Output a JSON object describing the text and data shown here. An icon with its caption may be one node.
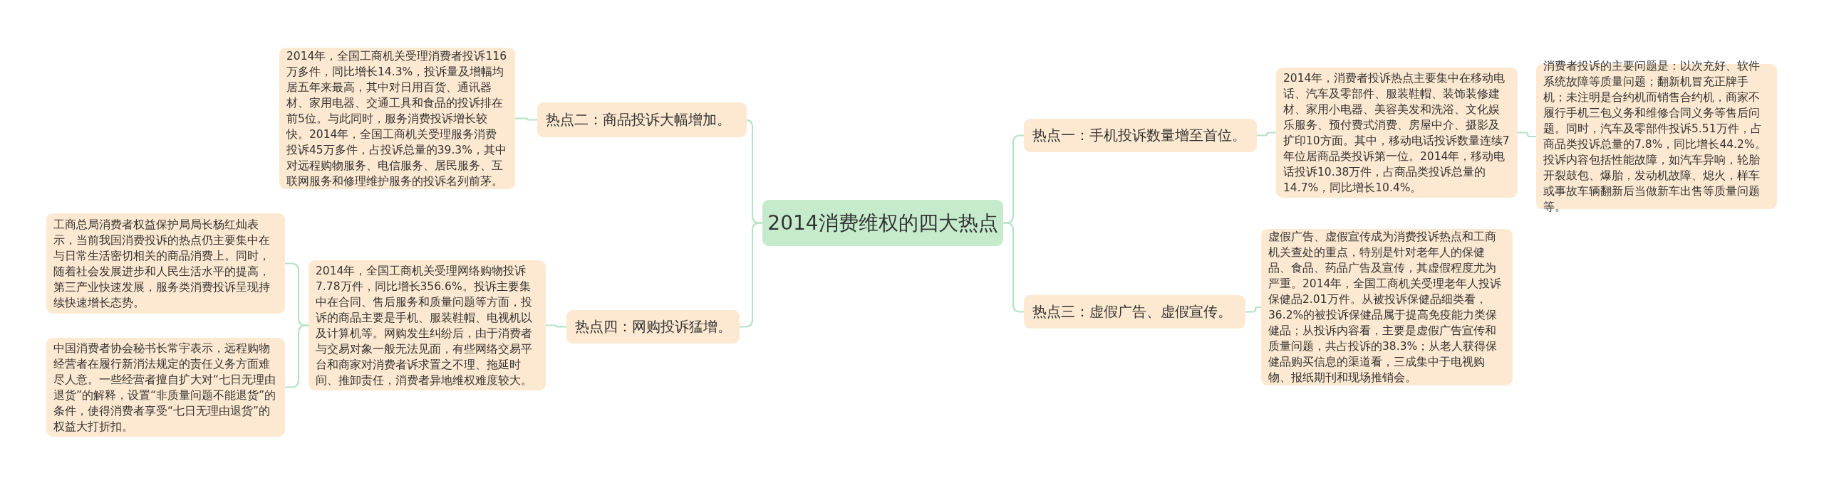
{
  "diagram": {
    "nodes": [
      {
        "text": [
          "2014消费维权的四大热点"
        ]
      },
      {
        "text": [
          "热点二：商品投诉大幅增加。"
        ]
      },
      {
        "text": [
          "2014年，全国工商机关受理消费者投诉116万多件，同比增长14.3%，投诉量及增幅均居五年来最高，其中对日用百货、通讯器材、家用电器、交通工具和食品的投诉排在前5位。与此同时，服务消费投诉增长较快。2014年，全国工商机关受理服务消费投诉45万多件，占投诉总量的39.3%，其中对远程购物服务、电信服务、居民服务、互联网服务和修理维护服务的投诉名列前茅。"
        ]
      },
      {
        "text": [
          "热点四：网购投诉猛增。"
        ]
      },
      {
        "text": [
          "2014年，全国工商机关受理网络购物投诉7.78万件，同比增长356.6%。投诉主要集中在合同、售后服务和质量问题等方面，投诉的商品主要是手机、服装鞋帽、电视机以及计算机等。网购发生纠纷后，由于消费者与交易对象一般无法见面，有些网络交易平台和商家对消费者诉求置之不理、拖延时间、推卸责任，消费者异地维权难度较大。"
        ]
      },
      {
        "text": [
          "工商总局消费者权益保护局局长杨红灿表示，当前我国消费投诉的热点仍主要集中在与日常生活密切相关的商品消费上。同时，随着社会发展进步和人民生活水平的提高，第三产业快速发展，服务类消费投诉呈现持续快速增长态势。"
        ]
      },
      {
        "text": [
          "中国消费者协会秘书长常宇表示，远程购物经营者在履行新消法规定的责任义务方面难尽人意。一些经营者擅自扩大对“七日无理由退货”的解释，设置“非质量问题不能退货”的条件，使得消费者享受“七日无理由退货”的权益大打折扣。"
        ]
      },
      {
        "text": [
          "热点一：手机投诉数量增至首位。"
        ]
      },
      {
        "text": [
          "2014年，消费者投诉热点主要集中在移动电话、汽车及零部件、服装鞋帽、装饰装修建材、家用小电器、美容美发和洗浴、文化娱乐服务、预付费式消费、房屋中介、摄影及扩印10方面。其中，移动电话投诉数量连续7年位居商品类投诉第一位。2014年，移动电话投诉10.38万件，占商品类投诉总量的14.7%，同比增长10.4%。"
        ]
      },
      {
        "text": [
          "消费者投诉的主要问题是：以次充好、软件系统故障等质量问题；翻新机冒充正牌手机；未注明是合约机而销售合约机，商家不履行手机三包义务和维修合同义务等售后问题。同时，汽车及零部件投诉5.51万件，占商品类投诉总量的7.8%，同比增长44.2%。投诉内容包括性能故障，如汽车异响，轮胎开裂鼓包、爆胎，发动机故障、熄火，样车或事故车辆翻新后当做新车出售等质量问题等。"
        ]
      },
      {
        "text": [
          "热点三：虚假广告、虚假宣传。"
        ]
      },
      {
        "text": [
          "虚假广告、虚假宣传成为消费投诉热点和工商机关查处的重点，特别是针对老年人的保健品、食品、药品广告及宣传，其虚假程度尤为严重。2014年，全国工商机关受理老年人投诉保健品2.01万件。从被投诉保健品细类看，36.2%的被投诉保健品属于提高免疫能力类保健品；从投诉内容看，主要是虚假广告宣传和质量问题，共占投诉的38.3%；从老人获得保健品购买信息的渠道看，三成集中于电视购物、报纸期刊和现场推销会。"
        ]
      }
    ],
    "edges": [
      {
        "from": 0,
        "to": 1,
        "arrow": "none"
      },
      {
        "from": 0,
        "to": 3,
        "arrow": "none"
      },
      {
        "from": 0,
        "to": 7,
        "arrow": "none"
      },
      {
        "from": 0,
        "to": 10,
        "arrow": "none"
      },
      {
        "from": 1,
        "to": 2,
        "arrow": "none"
      },
      {
        "from": 3,
        "to": 4,
        "arrow": "none"
      },
      {
        "from": 4,
        "to": 5,
        "arrow": "none"
      },
      {
        "from": 4,
        "to": 6,
        "arrow": "none"
      },
      {
        "from": 7,
        "to": 8,
        "arrow": "none"
      },
      {
        "from": 8,
        "to": 9,
        "arrow": "none"
      },
      {
        "from": 10,
        "to": 11,
        "arrow": "none"
      }
    ]
  }
}
